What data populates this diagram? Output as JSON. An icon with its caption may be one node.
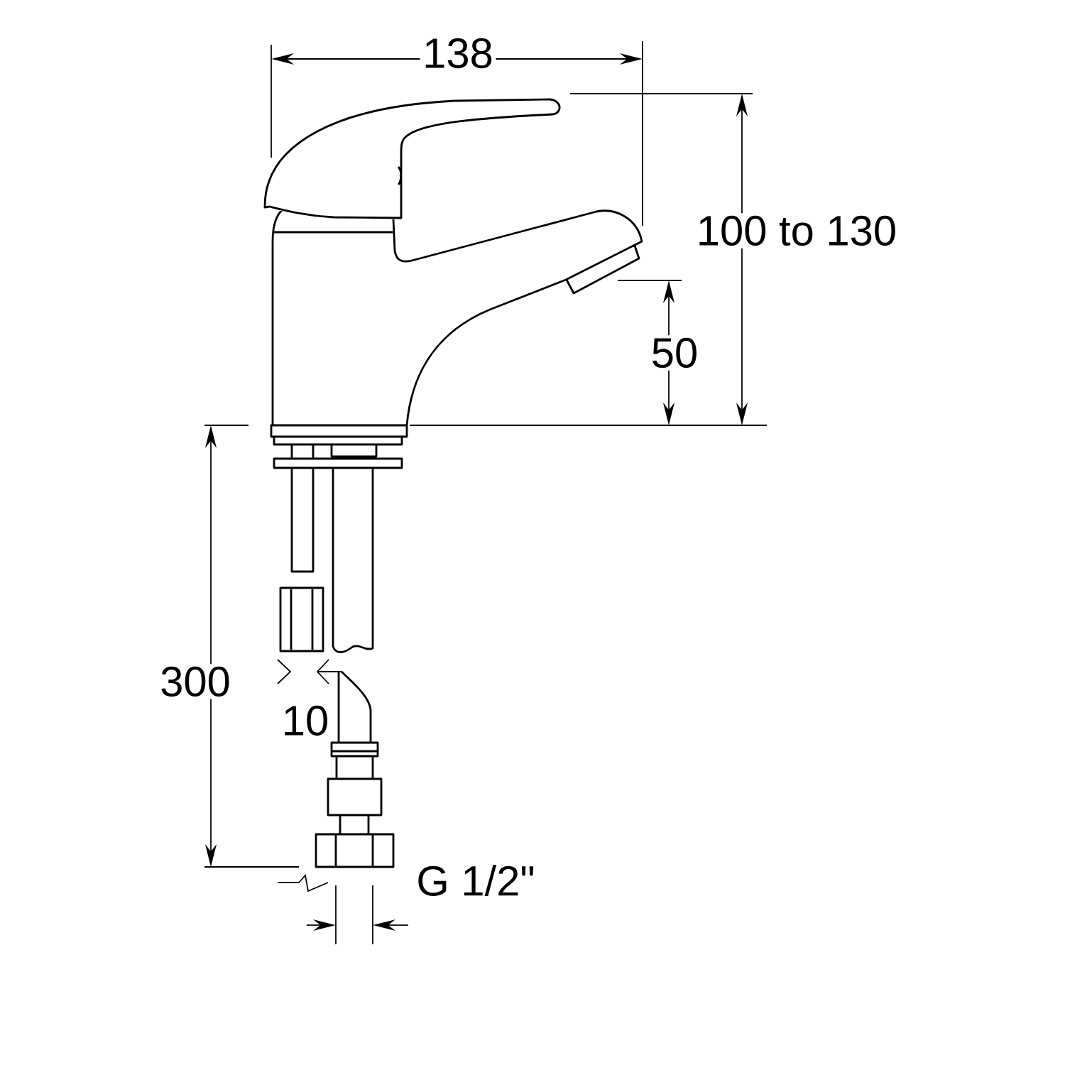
{
  "diagram": {
    "labels": [
      "138",
      "100 to 130",
      "50",
      "300",
      "10",
      "G 1/2\""
    ]
  }
}
